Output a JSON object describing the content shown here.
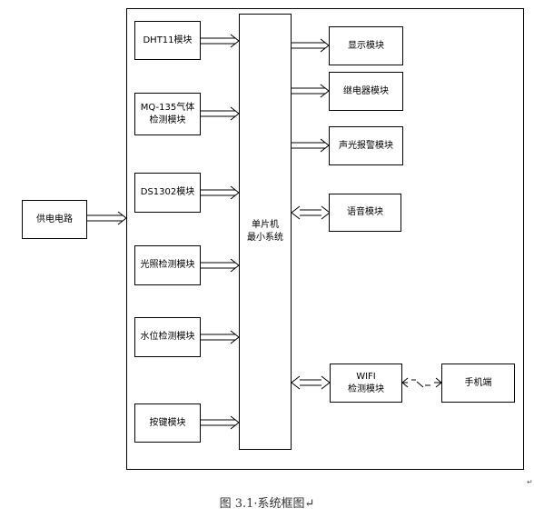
{
  "blocks": {
    "power": "供电电路",
    "dht11": "DHT11模块",
    "mq135": "MQ-135气体\n检测模块",
    "ds1302": "DS1302模块",
    "light": "光照检测模块",
    "water": "水位检测模块",
    "keys": "按键模块",
    "mcu": "单片机\n最小系统",
    "display": "显示模块",
    "relay": "继电器模块",
    "alarm": "声光报警模块",
    "voice": "语音模块",
    "wifi": "WIFI\n检测模块",
    "phone": "手机端"
  },
  "caption": "图 3.1·系统框图↵",
  "return_mark": "↵",
  "colors": {
    "line": "#000000",
    "background": "#ffffff"
  }
}
